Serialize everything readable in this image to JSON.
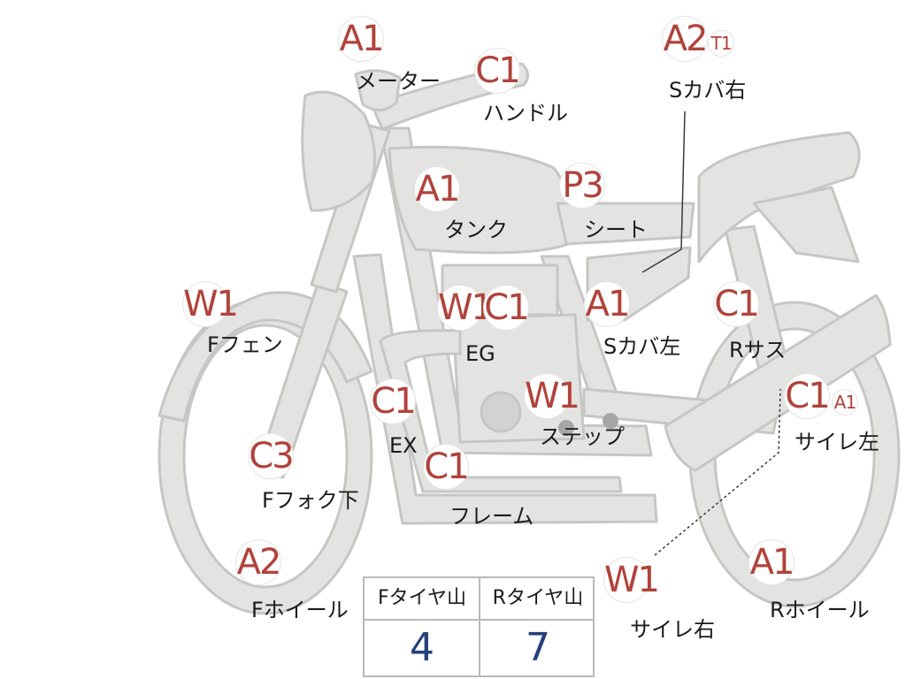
{
  "parts": [
    {
      "id": "meter",
      "label": "メーター",
      "grade": "A1"
    },
    {
      "id": "handle",
      "label": "ハンドル",
      "grade": "C1"
    },
    {
      "id": "side-cover-right",
      "label": "Sカバ右",
      "grade": "A2",
      "sub_grade": "T1"
    },
    {
      "id": "tank",
      "label": "タンク",
      "grade": "A1"
    },
    {
      "id": "seat",
      "label": "シート",
      "grade": "P3"
    },
    {
      "id": "front-fender",
      "label": "Fフェン",
      "grade": "W1"
    },
    {
      "id": "engine",
      "label": "EG",
      "grade": "W1",
      "second_grade": "C1"
    },
    {
      "id": "side-cover-left",
      "label": "Sカバ左",
      "grade": "A1"
    },
    {
      "id": "rear-suspension",
      "label": "Rサス",
      "grade": "C1"
    },
    {
      "id": "exhaust",
      "label": "EX",
      "grade": "C1"
    },
    {
      "id": "step",
      "label": "ステップ",
      "grade": "W1"
    },
    {
      "id": "silencer-left",
      "label": "サイレ左",
      "grade": "C1",
      "sub_grade": "A1"
    },
    {
      "id": "front-fork-lower",
      "label": "Fフォク下",
      "grade": "C3"
    },
    {
      "id": "frame",
      "label": "フレーム",
      "grade": "C1"
    },
    {
      "id": "front-wheel",
      "label": "Fホイール",
      "grade": "A2"
    },
    {
      "id": "silencer-right",
      "label": "サイレ右",
      "grade": "W1"
    },
    {
      "id": "rear-wheel",
      "label": "Rホイール",
      "grade": "A1"
    }
  ],
  "tread_table": {
    "headers": [
      "Fタイヤ山",
      "Rタイヤ山"
    ],
    "values": [
      "4",
      "7"
    ]
  },
  "colors": {
    "body_fill": "#e3e3e1",
    "body_stroke": "#c6c6c4",
    "grade_text": "#b0433b",
    "table_value": "#25407a",
    "table_border": "#b9b9b9"
  }
}
